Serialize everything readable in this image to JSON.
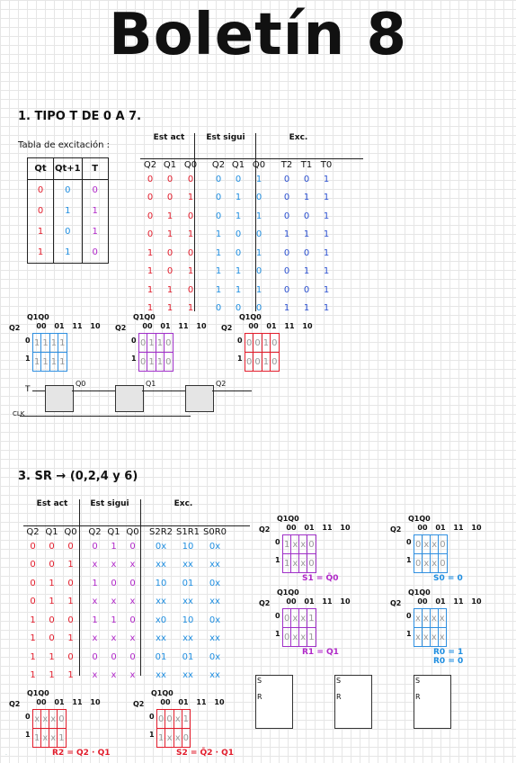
{
  "title": "Boletín 8",
  "section1": {
    "heading": "1. TIPO T DE 0 A 7.",
    "excitation_label": "Tabla de excitación :",
    "exc_headers": [
      "Qt",
      "Qt+1",
      "T"
    ],
    "exc_rows": [
      [
        "0",
        "0",
        "0"
      ],
      [
        "0",
        "1",
        "1"
      ],
      [
        "1",
        "0",
        "1"
      ],
      [
        "1",
        "1",
        "0"
      ]
    ],
    "main_groups": [
      "Est act",
      "Est sigui",
      "Exc."
    ],
    "main_cols": [
      "Q2",
      "Q1",
      "Q0",
      "Q2",
      "Q1",
      "Q0",
      "T2",
      "T1",
      "T0"
    ],
    "main_rows": [
      [
        "0",
        "0",
        "0",
        "0",
        "0",
        "1",
        "0",
        "0",
        "1"
      ],
      [
        "0",
        "0",
        "1",
        "0",
        "1",
        "0",
        "0",
        "1",
        "1"
      ],
      [
        "0",
        "1",
        "0",
        "0",
        "1",
        "1",
        "0",
        "0",
        "1"
      ],
      [
        "0",
        "1",
        "1",
        "1",
        "0",
        "0",
        "1",
        "1",
        "1"
      ],
      [
        "1",
        "0",
        "0",
        "1",
        "0",
        "1",
        "0",
        "0",
        "1"
      ],
      [
        "1",
        "0",
        "1",
        "1",
        "1",
        "0",
        "0",
        "1",
        "1"
      ],
      [
        "1",
        "1",
        "0",
        "1",
        "1",
        "1",
        "0",
        "0",
        "1"
      ],
      [
        "1",
        "1",
        "1",
        "0",
        "0",
        "0",
        "1",
        "1",
        "1"
      ]
    ],
    "kmaps": [
      {
        "rows": [
          "0",
          "1"
        ],
        "cells": [
          [
            "1",
            "1",
            "1",
            "1"
          ],
          [
            "1",
            "1",
            "1",
            "1"
          ]
        ]
      },
      {
        "rows": [
          "0",
          "1"
        ],
        "cells": [
          [
            "0",
            "1",
            "1",
            "0"
          ],
          [
            "0",
            "1",
            "1",
            "0"
          ]
        ]
      },
      {
        "rows": [
          "0",
          "1"
        ],
        "cells": [
          [
            "0",
            "0",
            "1",
            "0"
          ],
          [
            "0",
            "0",
            "1",
            "0"
          ]
        ]
      }
    ],
    "kmap_col_labels": [
      "00",
      "01",
      "11",
      "10"
    ],
    "kmap_corner_top": "Q1Q0",
    "kmap_corner_side": "Q2",
    "circuit": {
      "input": "T",
      "clk": "CLK",
      "outs": [
        "Q0",
        "Q1",
        "Q2"
      ]
    }
  },
  "section3": {
    "heading": "3. SR → (0,2,4 y 6)",
    "main_groups": [
      "Est act",
      "Est sigui",
      "Exc."
    ],
    "main_cols": [
      "Q2",
      "Q1",
      "Q0",
      "Q2",
      "Q1",
      "Q0",
      "S2R2",
      "S1R1",
      "S0R0"
    ],
    "main_rows": [
      [
        "0",
        "0",
        "0",
        "0",
        "1",
        "0",
        "0x",
        "10",
        "0x"
      ],
      [
        "0",
        "0",
        "1",
        "x",
        "x",
        "x",
        "xx",
        "xx",
        "xx"
      ],
      [
        "0",
        "1",
        "0",
        "1",
        "0",
        "0",
        "10",
        "01",
        "0x"
      ],
      [
        "0",
        "1",
        "1",
        "x",
        "x",
        "x",
        "xx",
        "xx",
        "xx"
      ],
      [
        "1",
        "0",
        "0",
        "1",
        "1",
        "0",
        "x0",
        "10",
        "0x"
      ],
      [
        "1",
        "0",
        "1",
        "x",
        "x",
        "x",
        "xx",
        "xx",
        "xx"
      ],
      [
        "1",
        "1",
        "0",
        "0",
        "0",
        "0",
        "01",
        "01",
        "0x"
      ],
      [
        "1",
        "1",
        "1",
        "x",
        "x",
        "x",
        "xx",
        "xx",
        "xx"
      ]
    ],
    "kmaps": [
      {
        "cells": [
          [
            "1",
            "x",
            "x",
            "0"
          ],
          [
            "1",
            "x",
            "x",
            "0"
          ]
        ],
        "eq": "S1 = Q̄0"
      },
      {
        "cells": [
          [
            "0",
            "x",
            "x",
            "0"
          ],
          [
            "0",
            "x",
            "x",
            "0"
          ]
        ],
        "eq": "S0 = 0"
      },
      {
        "cells": [
          [
            "0",
            "x",
            "x",
            "1"
          ],
          [
            "0",
            "x",
            "x",
            "1"
          ]
        ],
        "eq": "R1 = Q1"
      },
      {
        "cells": [
          [
            "x",
            "x",
            "x",
            "x"
          ],
          [
            "x",
            "x",
            "x",
            "x"
          ]
        ],
        "eq": "R0 = 1\nR0 = 0"
      },
      {
        "cells": [
          [
            "x",
            "x",
            "x",
            "0"
          ],
          [
            "1",
            "x",
            "x",
            "1"
          ]
        ],
        "eq": "R2 = Q2 · Q1"
      },
      {
        "cells": [
          [
            "0",
            "0",
            "x",
            "1"
          ],
          [
            "1",
            "x",
            "x",
            "0"
          ]
        ],
        "eq": "S2 = Q̄2 · Q1"
      }
    ],
    "ff_labels": [
      "S",
      "R"
    ]
  },
  "colors": {
    "red": "#e21c2b",
    "blue": "#1f8ee0",
    "purple": "#b028c8",
    "grid": "#e6e6e6"
  }
}
